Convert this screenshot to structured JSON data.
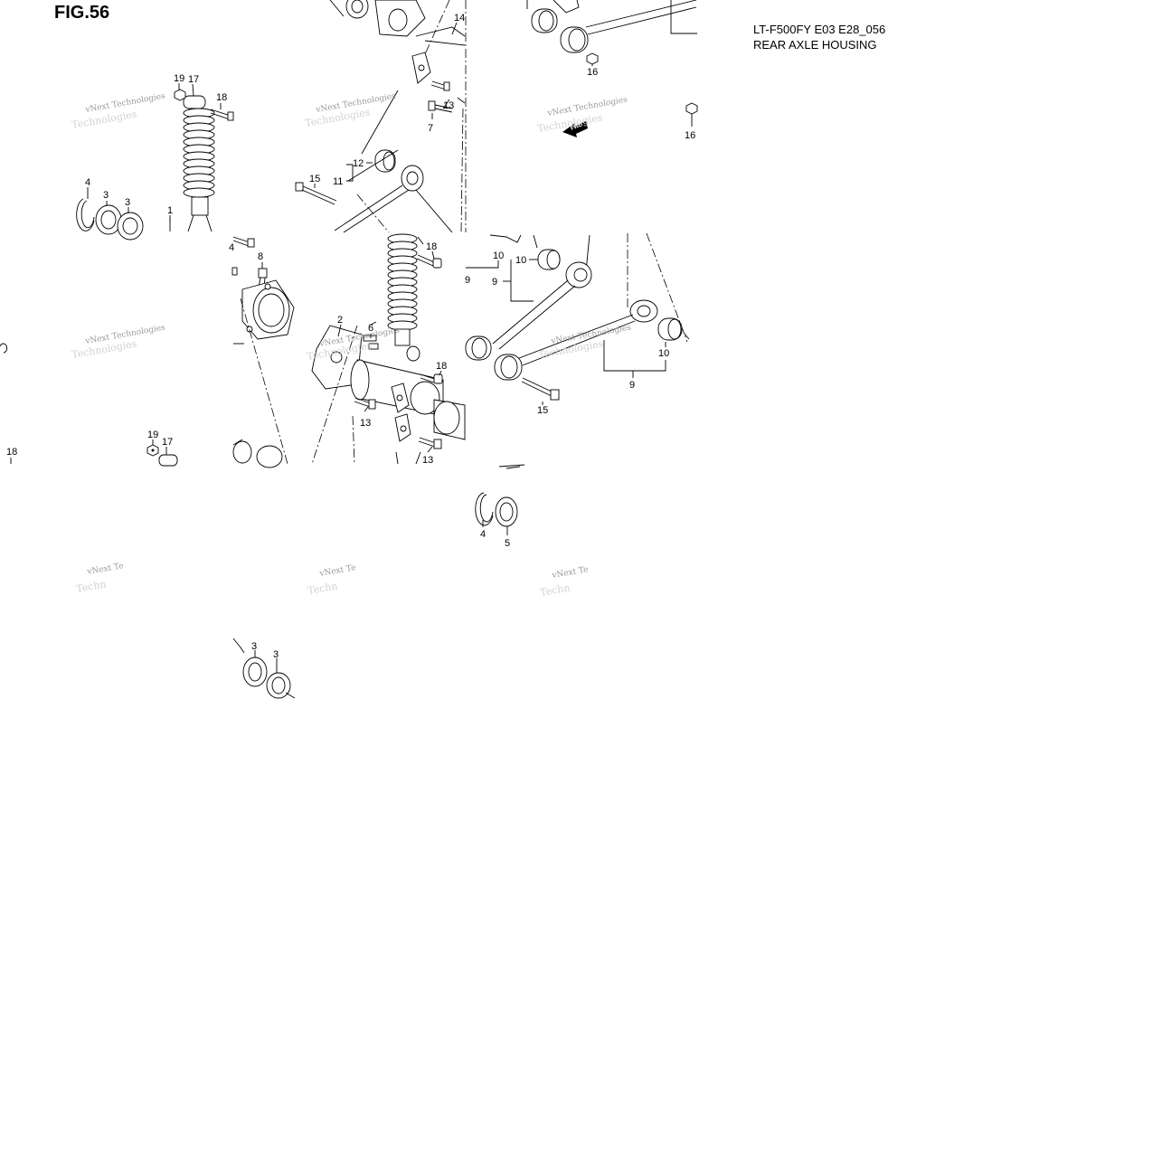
{
  "header": {
    "figure_title": "FIG.56",
    "model_code": "LT-F500FY E03 E28_056",
    "section_title": "REAR AXLE HOUSING"
  },
  "watermark": {
    "line1": "vNext Technologies",
    "line2": "Technologies",
    "fragment1": "vNext Te",
    "fragment2": "Techn"
  },
  "direction_marker": "FWD",
  "callouts": {
    "c1": "19",
    "c2": "17",
    "c3": "18",
    "c4": "4",
    "c5": "3",
    "c6": "3",
    "c7": "1",
    "c8": "14",
    "c9": "13",
    "c10": "7",
    "c11": "12",
    "c12": "11",
    "c13": "15",
    "c14": "16",
    "c15": "16",
    "c16": "8",
    "c17": "18",
    "c18": "2",
    "c19": "6",
    "c20": "18",
    "c21": "13",
    "c22": "13",
    "c23": "10",
    "c24": "9",
    "c25": "9",
    "c26": "10",
    "c27": "10",
    "c28": "9",
    "c29": "15",
    "c30": "19",
    "c31": "17",
    "c32": "18",
    "c33": "4",
    "c34": "5",
    "c35": "3",
    "c36": "3"
  }
}
